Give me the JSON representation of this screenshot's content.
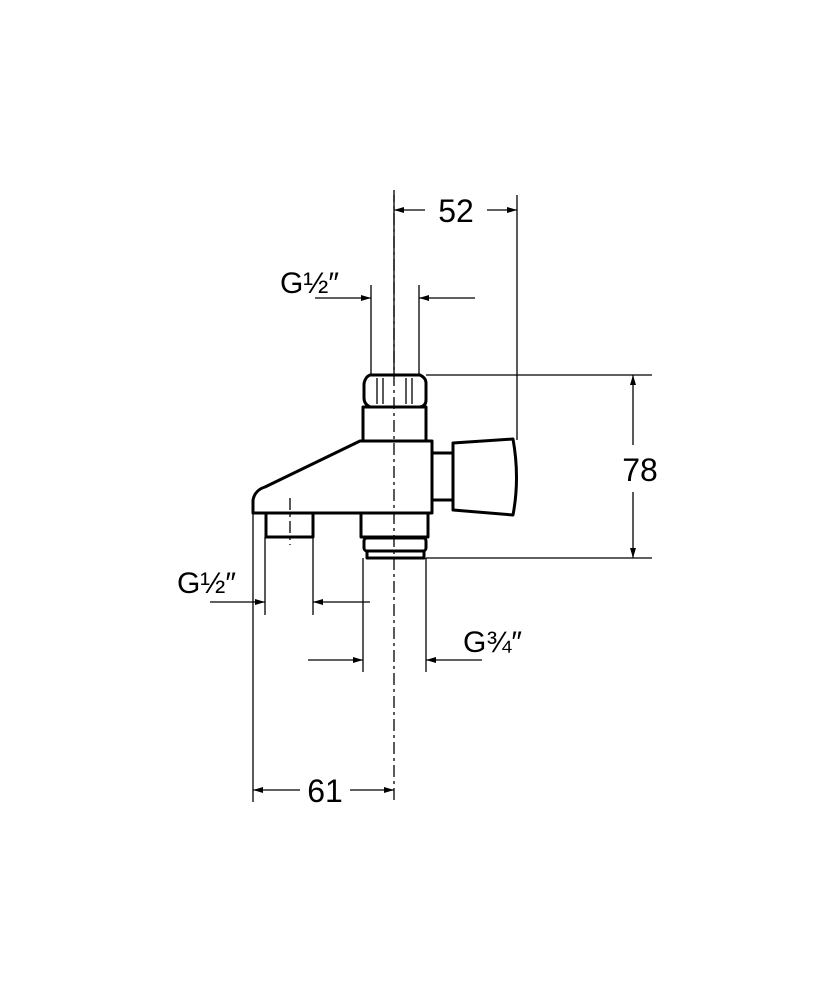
{
  "drawing": {
    "dimensions": {
      "width_top": "52",
      "height": "78",
      "width_bottom": "61"
    },
    "thread_labels": {
      "top_inlet": "G½″",
      "spout_outlet": "G½″",
      "bottom_outlet": "G¾″"
    },
    "stroke_color": "#000000",
    "background_color": "#ffffff"
  }
}
